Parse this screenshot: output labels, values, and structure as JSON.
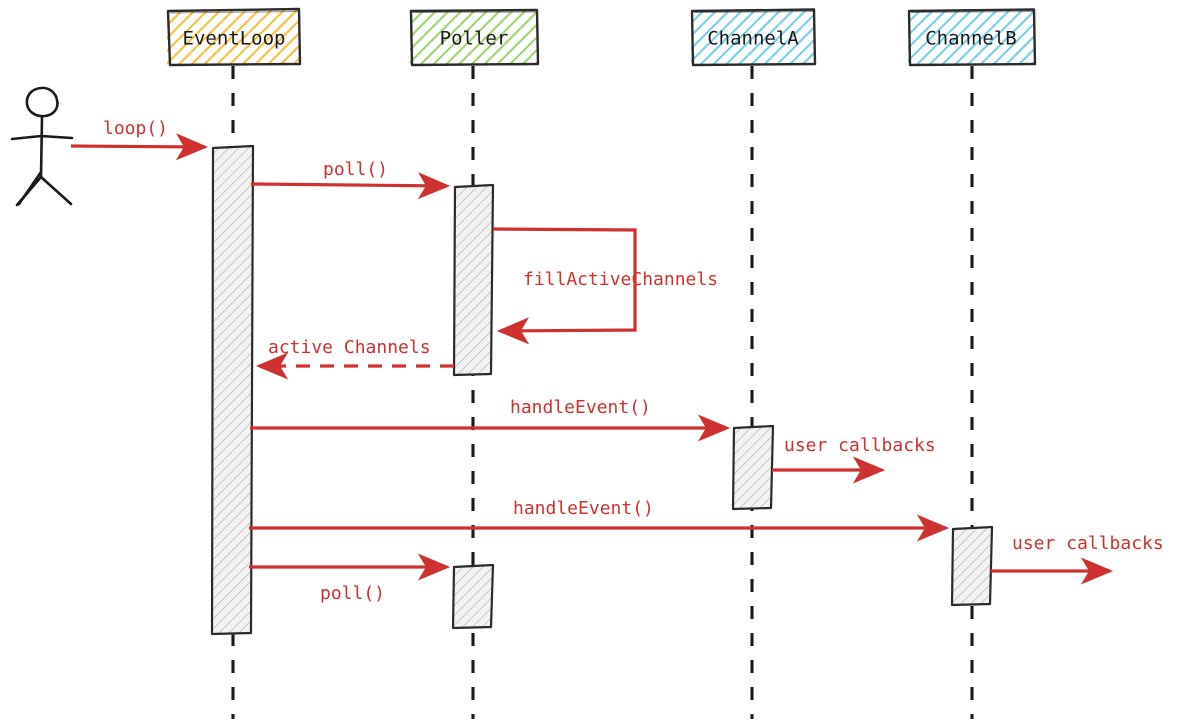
{
  "diagram": {
    "type": "uml-sequence-diagram",
    "style": "hand-drawn-sketch",
    "colors": {
      "message": "#cf3030",
      "lifeline": "#1a1a1a",
      "activation_fill": "#e6e6e6",
      "activation_stroke": "#1a1a1a",
      "eventloop_box": "#f6c863",
      "poller_box": "#a8d77f",
      "channel_box": "#8ed4e6",
      "text": "#1a1a1a"
    },
    "actor": {
      "name": "actor-stick-figure",
      "label": ""
    },
    "participants": [
      {
        "id": "eventloop",
        "label": "EventLoop",
        "color": "#f6c863"
      },
      {
        "id": "poller",
        "label": "Poller",
        "color": "#a8d77f"
      },
      {
        "id": "channela",
        "label": "ChannelA",
        "color": "#8ed4e6"
      },
      {
        "id": "channelb",
        "label": "ChannelB",
        "color": "#8ed4e6"
      }
    ],
    "messages": [
      {
        "id": "m1",
        "label": "loop()",
        "from": "actor",
        "to": "eventloop",
        "kind": "call"
      },
      {
        "id": "m2",
        "label": "poll()",
        "from": "eventloop",
        "to": "poller",
        "kind": "call"
      },
      {
        "id": "m3",
        "label": "fillActiveChannels",
        "from": "poller",
        "to": "poller",
        "kind": "self"
      },
      {
        "id": "m4",
        "label": "active Channels",
        "from": "poller",
        "to": "eventloop",
        "kind": "return"
      },
      {
        "id": "m5",
        "label": "handleEvent()",
        "from": "eventloop",
        "to": "channela",
        "kind": "call"
      },
      {
        "id": "m6",
        "label": "user callbacks",
        "from": "channela",
        "to": "outside",
        "kind": "call"
      },
      {
        "id": "m7",
        "label": "handleEvent()",
        "from": "eventloop",
        "to": "channelb",
        "kind": "call"
      },
      {
        "id": "m8",
        "label": "user callbacks",
        "from": "channelb",
        "to": "outside",
        "kind": "call"
      },
      {
        "id": "m9",
        "label": "poll()",
        "from": "eventloop",
        "to": "poller",
        "kind": "call"
      }
    ]
  }
}
